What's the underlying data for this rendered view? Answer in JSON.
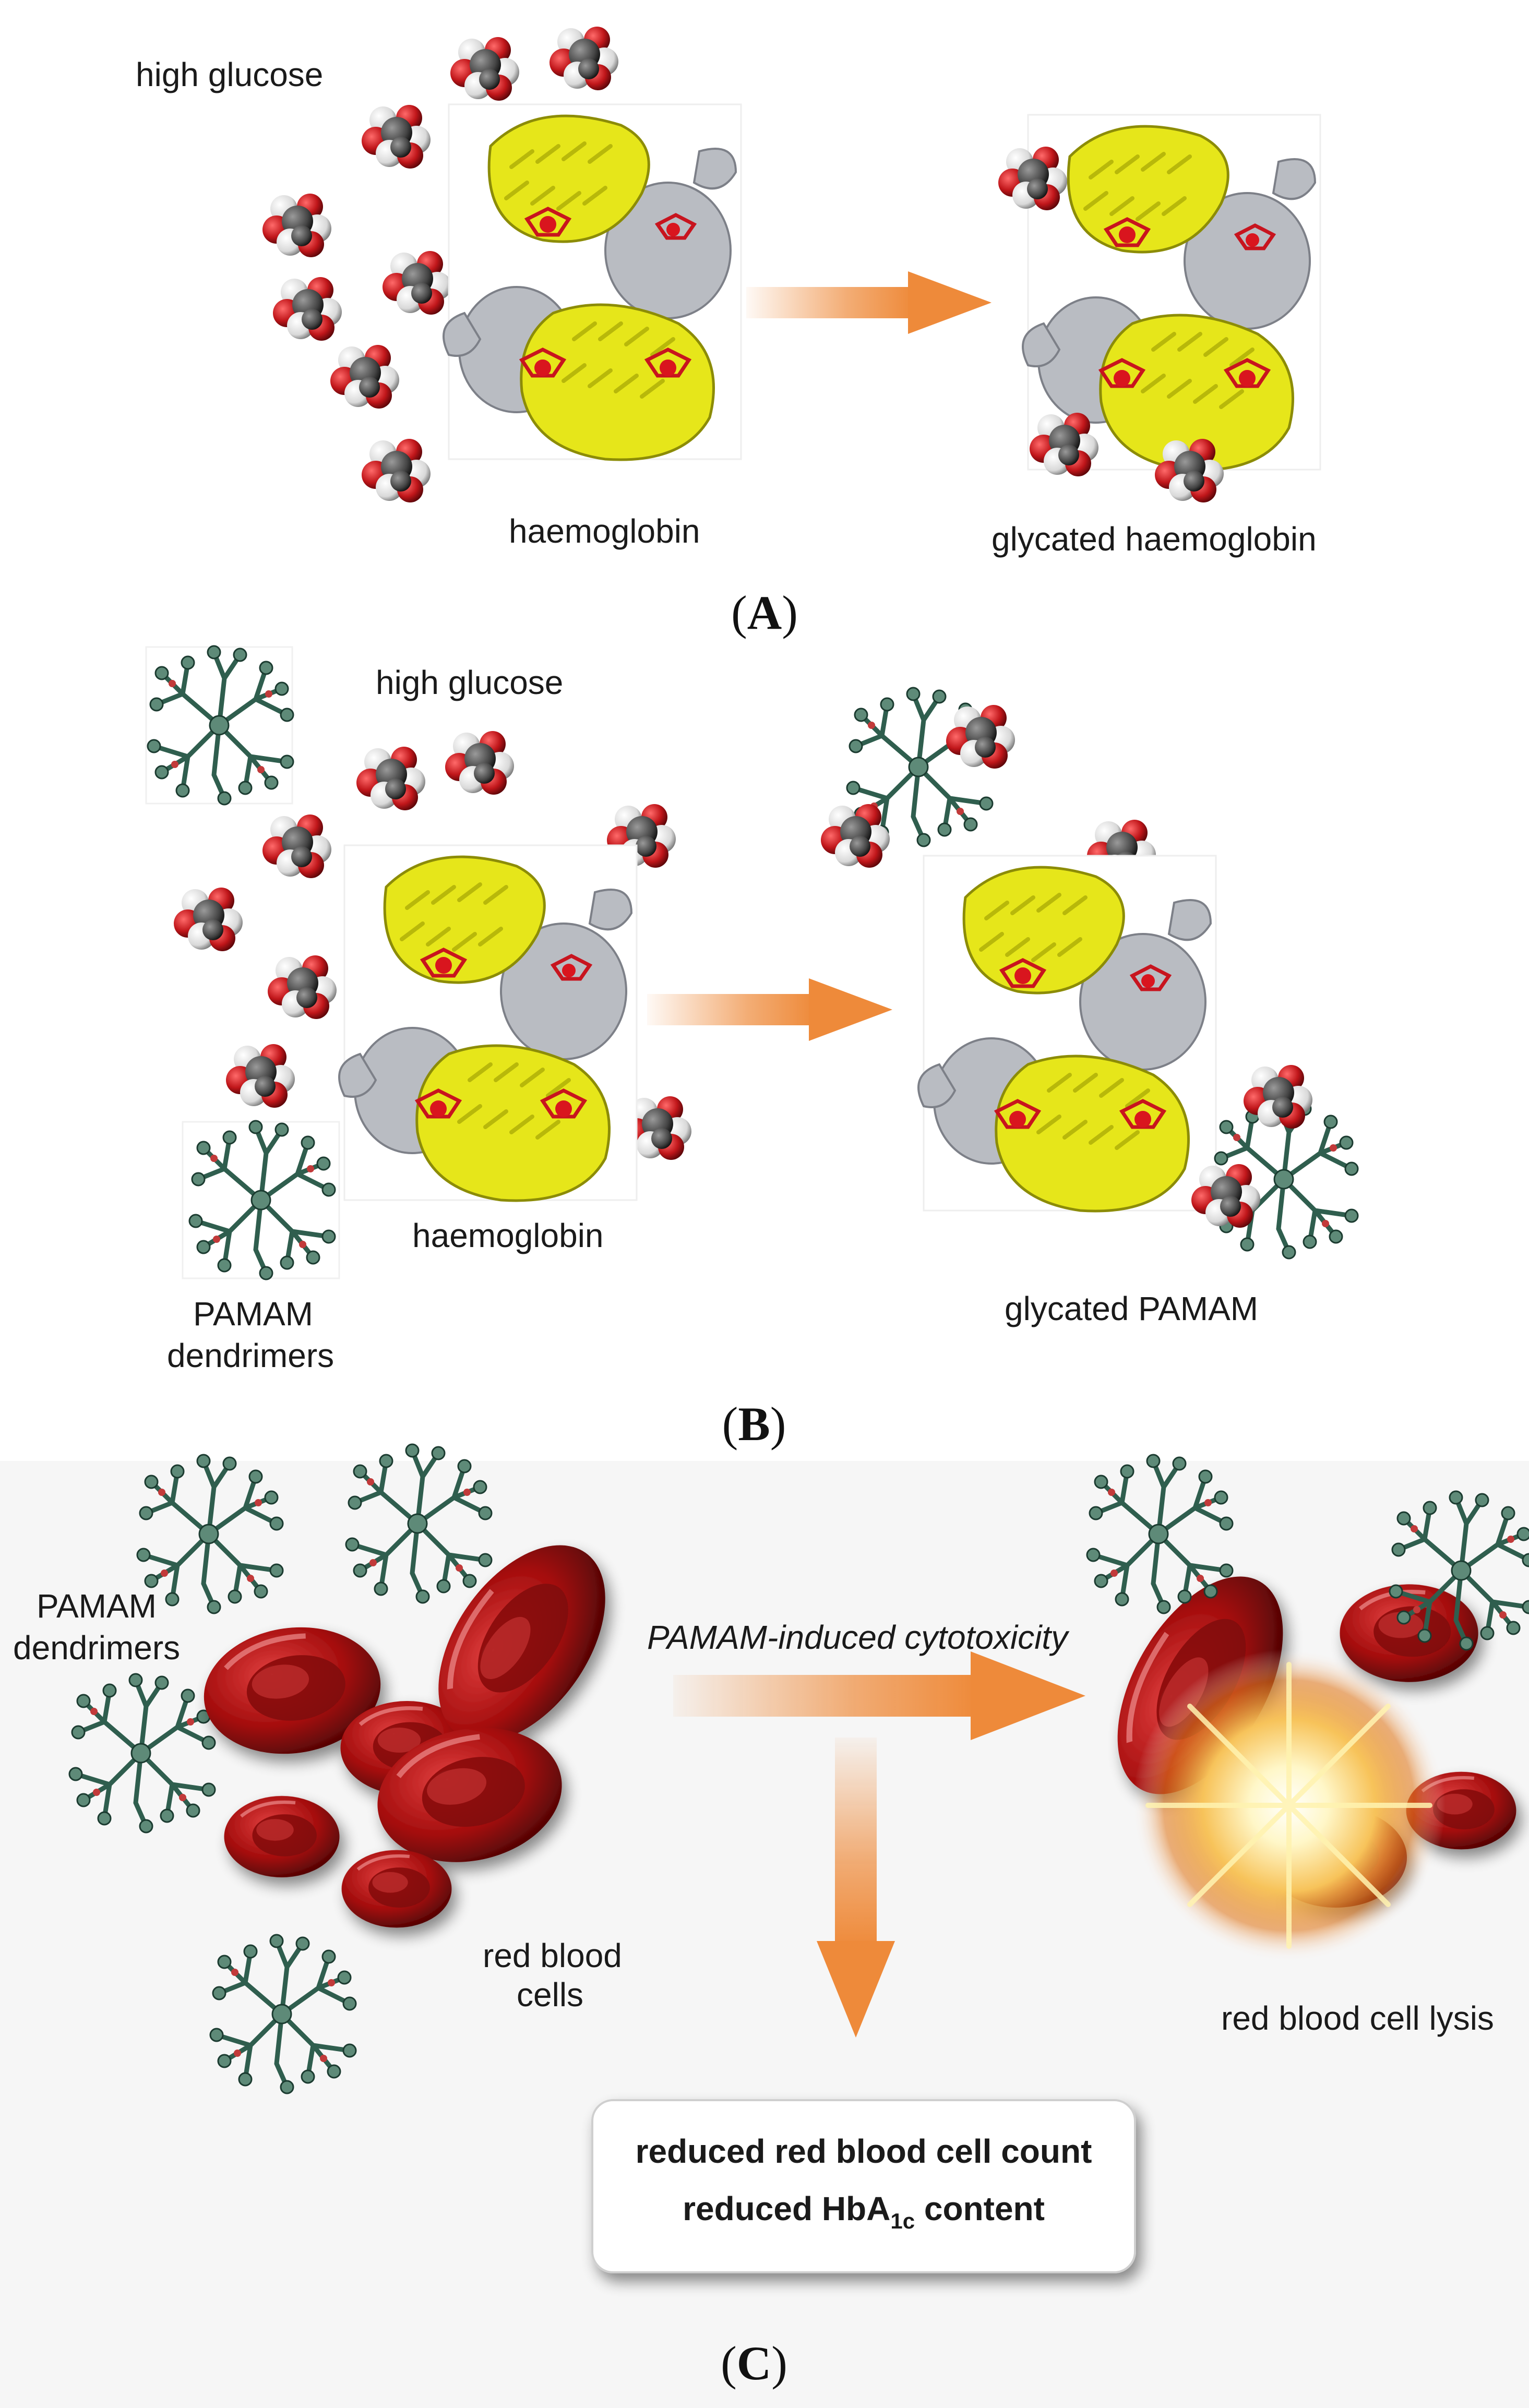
{
  "panels": {
    "a": {
      "letter": "A",
      "label_high_glucose": "high glucose",
      "label_haemoglobin": "haemoglobin",
      "label_glycated_haemoglobin": "glycated haemoglobin"
    },
    "b": {
      "letter": "B",
      "label_high_glucose": "high glucose",
      "label_haemoglobin": "haemoglobin",
      "label_pamam_line1": "PAMAM",
      "label_pamam_line2": "dendrimers",
      "label_glycated_pamam": "glycated PAMAM"
    },
    "c": {
      "letter": "C",
      "label_pamam_line1": "PAMAM",
      "label_pamam_line2": "dendrimers",
      "label_rbc_line1": "red blood",
      "label_rbc_line2": "cells",
      "label_cytotoxicity": "PAMAM-induced cytotoxicity",
      "label_lysis": "red blood cell lysis",
      "box_line1": "reduced red blood cell count",
      "box_line2_prefix": "reduced HbA",
      "box_line2_subscript": "1c",
      "box_line2_suffix": " content"
    }
  },
  "colors": {
    "protein_yellow": "#e6e61a",
    "protein_grey": "#b9bcc2",
    "heme_red": "#c8141e",
    "glucose_red": "#c0161a",
    "glucose_white": "#f2f2f2",
    "glucose_dark": "#4a4a4a",
    "dendrimer": "#2f5e4e",
    "arrow_orange": "#ee8a3a",
    "rbc_red": "#a40d0d",
    "panel_c_background": "#f6f6f6"
  },
  "icons": [
    "glucose-molecule-icon",
    "haemoglobin-protein-icon",
    "pamam-dendrimer-icon",
    "red-blood-cell-icon",
    "lysis-burst-icon",
    "process-arrow-icon"
  ]
}
